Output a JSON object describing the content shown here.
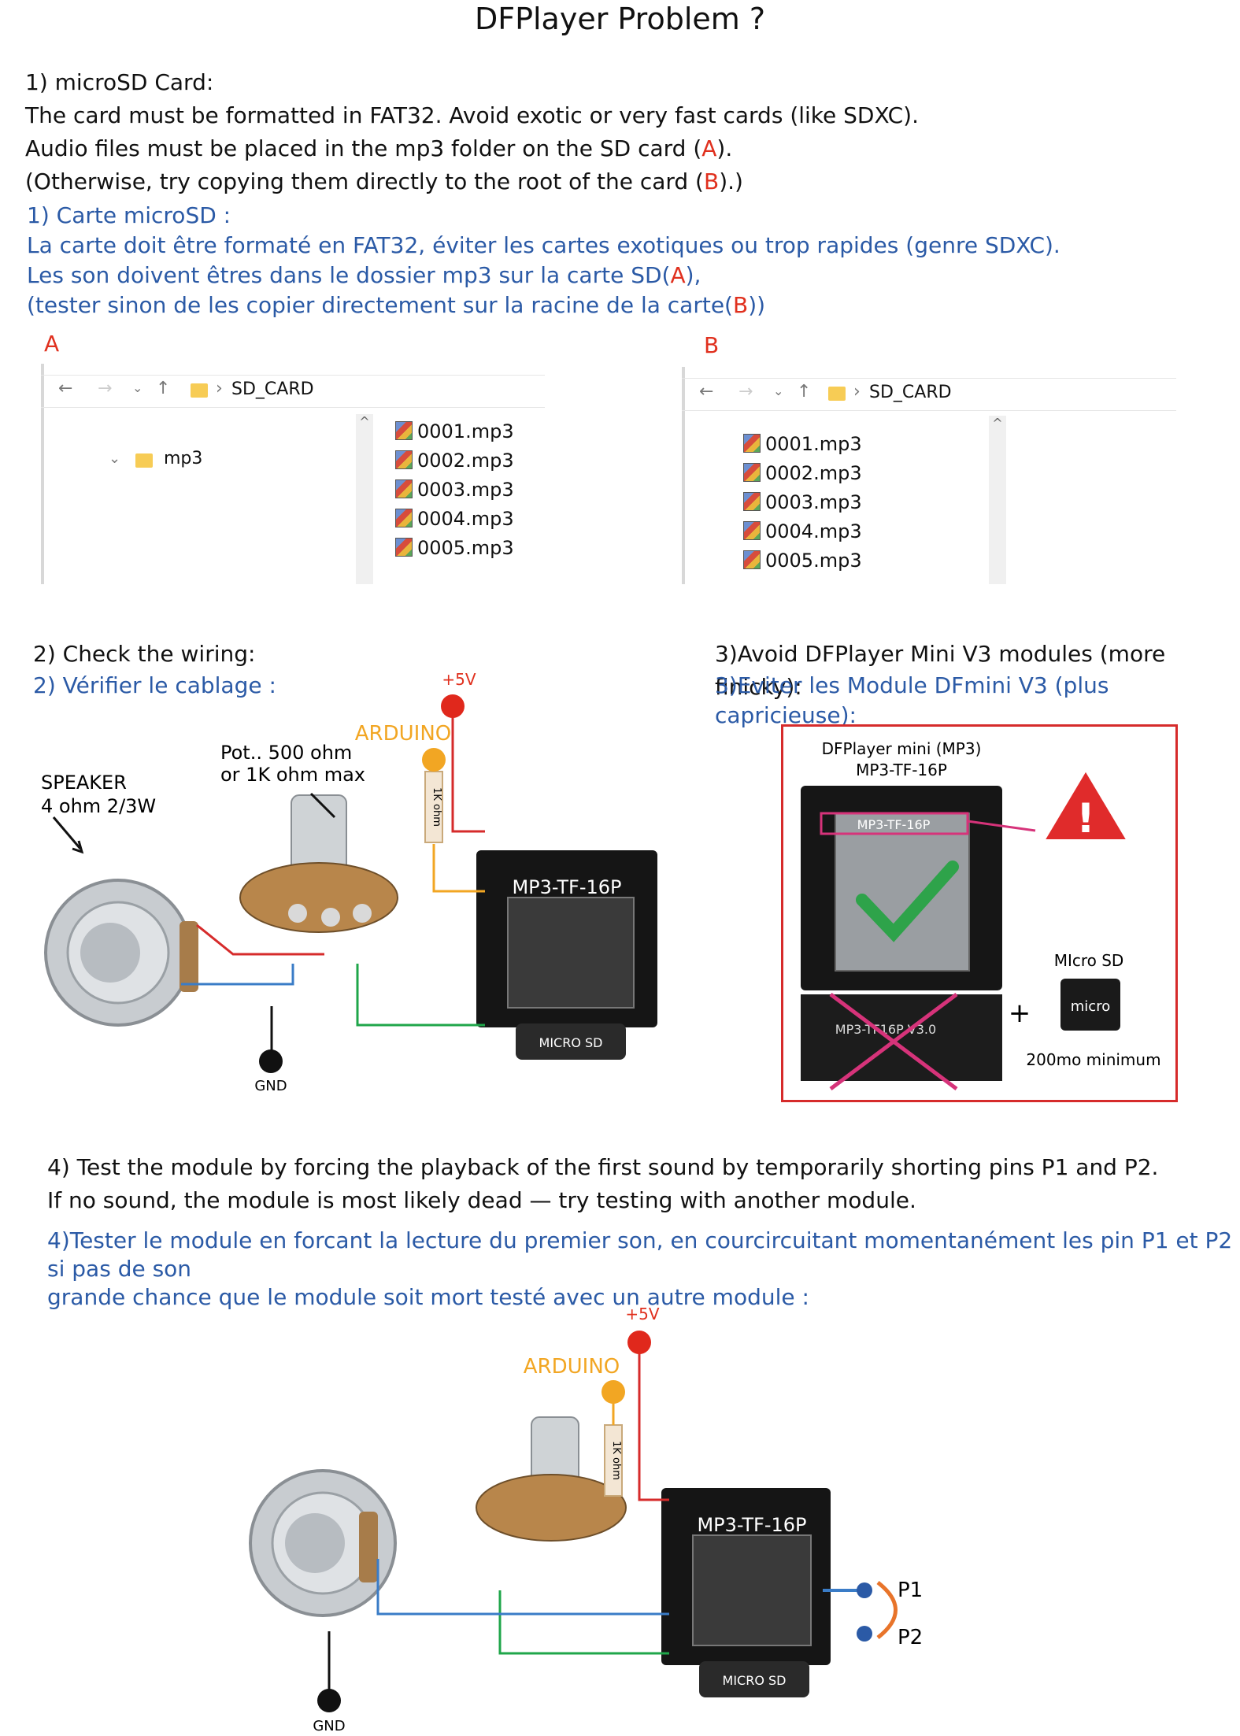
{
  "title": "DFPlayer Problem ?",
  "section1": {
    "en_lines": [
      "1) microSD Card:",
      "The card must be formatted in FAT32. Avoid exotic or very fast cards (like SDXC).",
      "Audio files must be placed in the mp3 folder on the SD card (",
      "(Otherwise, try copying them directly to the root of the card ("
    ],
    "en_line3_mark": "A",
    "en_line3_end": ").",
    "en_line4_mark": "B",
    "en_line4_end": ").)",
    "fr_lines": [
      "1) Carte microSD :",
      "La carte doit être formaté en FAT32,  éviter les cartes exotiques ou trop rapides (genre SDXC).",
      "Les son doivent êtres dans le dossier mp3 sur la carte SD(",
      "(tester sinon de les copier directement sur la racine de la carte("
    ],
    "fr_line3_mark": "A",
    "fr_line3_end": "),",
    "fr_line4_mark": "B",
    "fr_line4_end": "))"
  },
  "explorerA": {
    "label": "A",
    "path": "SD_CARD",
    "folder": "mp3",
    "files": [
      "0001.mp3",
      "0002.mp3",
      "0003.mp3",
      "0004.mp3",
      "0005.mp3"
    ]
  },
  "explorerB": {
    "label": "B",
    "path": "SD_CARD",
    "files": [
      "0001.mp3",
      "0002.mp3",
      "0003.mp3",
      "0004.mp3",
      "0005.mp3"
    ]
  },
  "section2": {
    "en": "2) Check the wiring:",
    "fr": "2) Vérifier le cablage :",
    "speaker_label_1": "SPEAKER",
    "speaker_label_2": "4 ohm 2/3W",
    "pot_label_1": "Pot.. 500 ohm",
    "pot_label_2": "or 1K ohm max",
    "arduino": "ARDUINO",
    "v5": "+5V",
    "resistor": "1K ohm",
    "module": "MP3-TF-16P",
    "micro_sd": "MICRO SD",
    "gnd": "GND"
  },
  "section3": {
    "en": "3)Avoid DFPlayer Mini V3 modules (more finicky):",
    "fr": "3)Eviter les Module DFmini V3 (plus capricieuse):",
    "card_title_1": "DFPlayer mini  (MP3)",
    "card_title_2": "MP3-TF-16P",
    "chip_label": "MP3-TF-16P",
    "bad_label": "MP3-TF16P V3.0",
    "micro_sd": "MIcro SD",
    "min": "200mo minimum",
    "plus": "+"
  },
  "section4": {
    "en_lines": [
      "4) Test the module by forcing the playback of the first sound by temporarily shorting pins P1 and P2.",
      "If no sound, the module is most likely dead — try testing with another module."
    ],
    "fr_lines": [
      "4)Tester le module en forcant la lecture du premier son, en courcircuitant momentanément les pin P1 et P2 si pas de son",
      "grande chance que le module soit mort testé avec un autre module :"
    ],
    "v5": "+5V",
    "arduino": "ARDUINO",
    "resistor": "1K ohm",
    "module": "MP3-TF-16P",
    "micro_sd": "MICRO SD",
    "gnd": "GND",
    "p1": "P1",
    "p2": "P2"
  },
  "colors": {
    "blue_text": "#2b5aa6",
    "red": "#e0301e",
    "orange": "#f2a623",
    "wire_blue": "#3a7cc7",
    "wire_green": "#1fa64a",
    "wire_red": "#d62b2b"
  }
}
